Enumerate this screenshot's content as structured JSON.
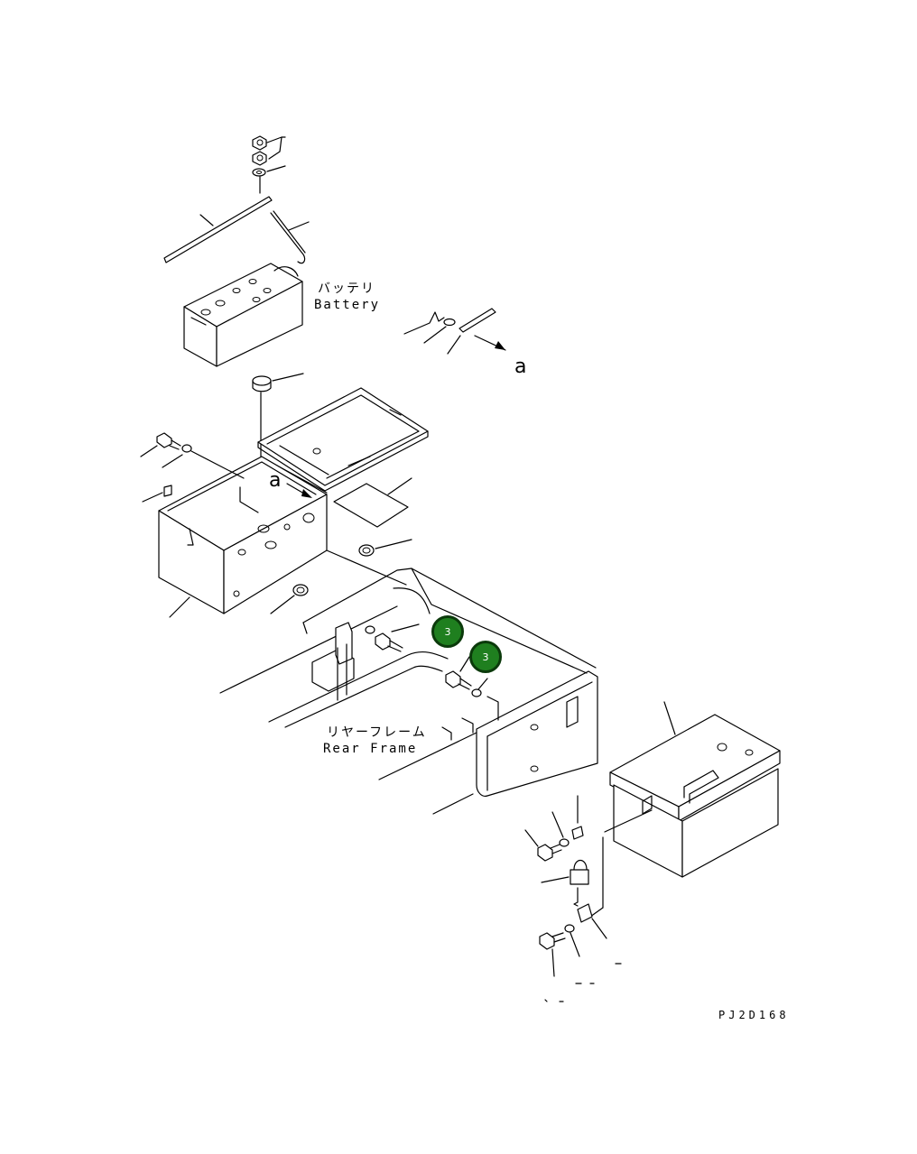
{
  "labels": {
    "battery_jp": "バッテリ",
    "battery_en": "Battery",
    "rear_frame_jp": "リヤーフレーム",
    "rear_frame_en": "Rear Frame",
    "view_a_top": "a",
    "view_a_mid": "a"
  },
  "callouts": [
    {
      "number": "3"
    },
    {
      "number": "3"
    }
  ],
  "drawing_code": "PJ2D168",
  "colors": {
    "callout_fill": "#1f7f1f",
    "callout_border": "#0b3a0b",
    "line": "#000000",
    "background": "#ffffff"
  }
}
